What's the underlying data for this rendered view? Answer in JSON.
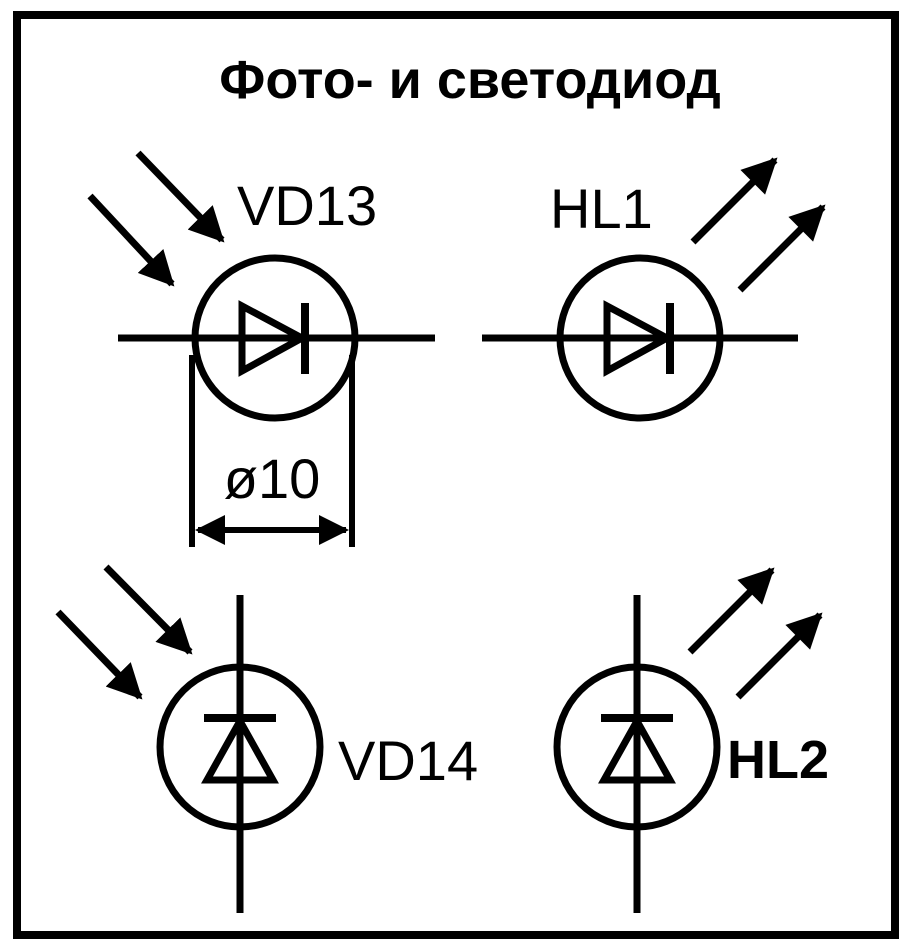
{
  "title": "Фото- и светодиод",
  "colors": {
    "ink": "#000000",
    "paper": "#ffffff"
  },
  "symbols": [
    {
      "id": "photodiode-horizontal",
      "label": "VD13",
      "kind": "photodiode",
      "orientation": "horizontal"
    },
    {
      "id": "led-horizontal",
      "label": "HL1",
      "kind": "led",
      "orientation": "horizontal"
    },
    {
      "id": "photodiode-vertical",
      "label": "VD14",
      "kind": "photodiode",
      "orientation": "vertical"
    },
    {
      "id": "led-vertical",
      "label": "HL2",
      "kind": "led",
      "orientation": "vertical"
    }
  ],
  "dimension": {
    "label": "ø10"
  }
}
